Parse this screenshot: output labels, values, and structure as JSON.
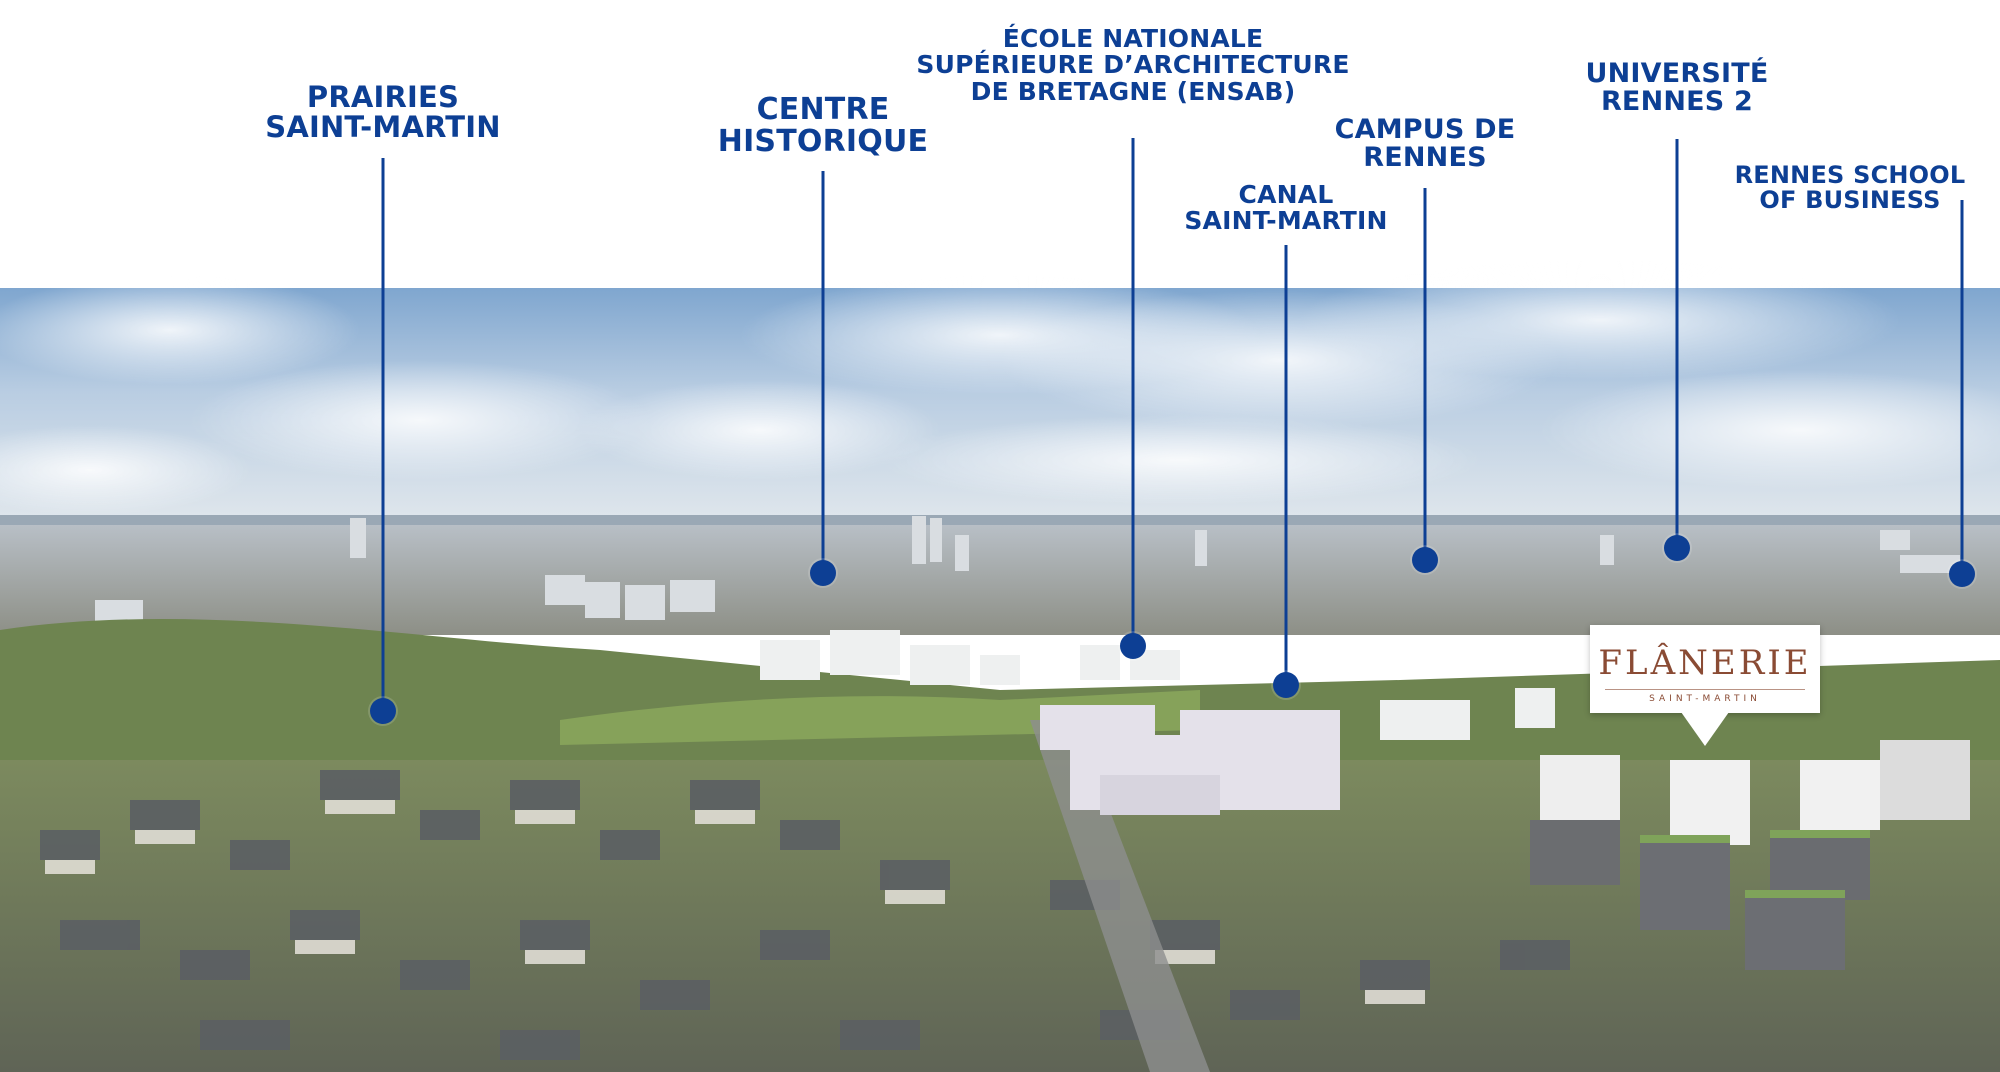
{
  "labels": [
    {
      "id": "prairies",
      "lines": [
        "PRAIRIES",
        "SAINT-MARTIN"
      ]
    },
    {
      "id": "centre",
      "lines": [
        "CENTRE",
        "HISTORIQUE"
      ]
    },
    {
      "id": "ensab",
      "lines": [
        "ÉCOLE NATIONALE",
        "SUPÉRIEURE D’ARCHITECTURE",
        "DE BRETAGNE (ENSAB)"
      ]
    },
    {
      "id": "canal",
      "lines": [
        "CANAL",
        "SAINT-MARTIN"
      ]
    },
    {
      "id": "campus",
      "lines": [
        "CAMPUS DE",
        "RENNES"
      ]
    },
    {
      "id": "universite",
      "lines": [
        "UNIVERSITÉ",
        "RENNES 2"
      ]
    },
    {
      "id": "rsb",
      "lines": [
        "RENNES SCHOOL",
        "OF BUSINESS"
      ]
    }
  ],
  "brand": {
    "name": "FLÂNERIE",
    "subtitle": "SAINT-MARTIN"
  },
  "colors": {
    "label_blue": "#0d3f94",
    "brand_brown": "#8a4b34"
  }
}
